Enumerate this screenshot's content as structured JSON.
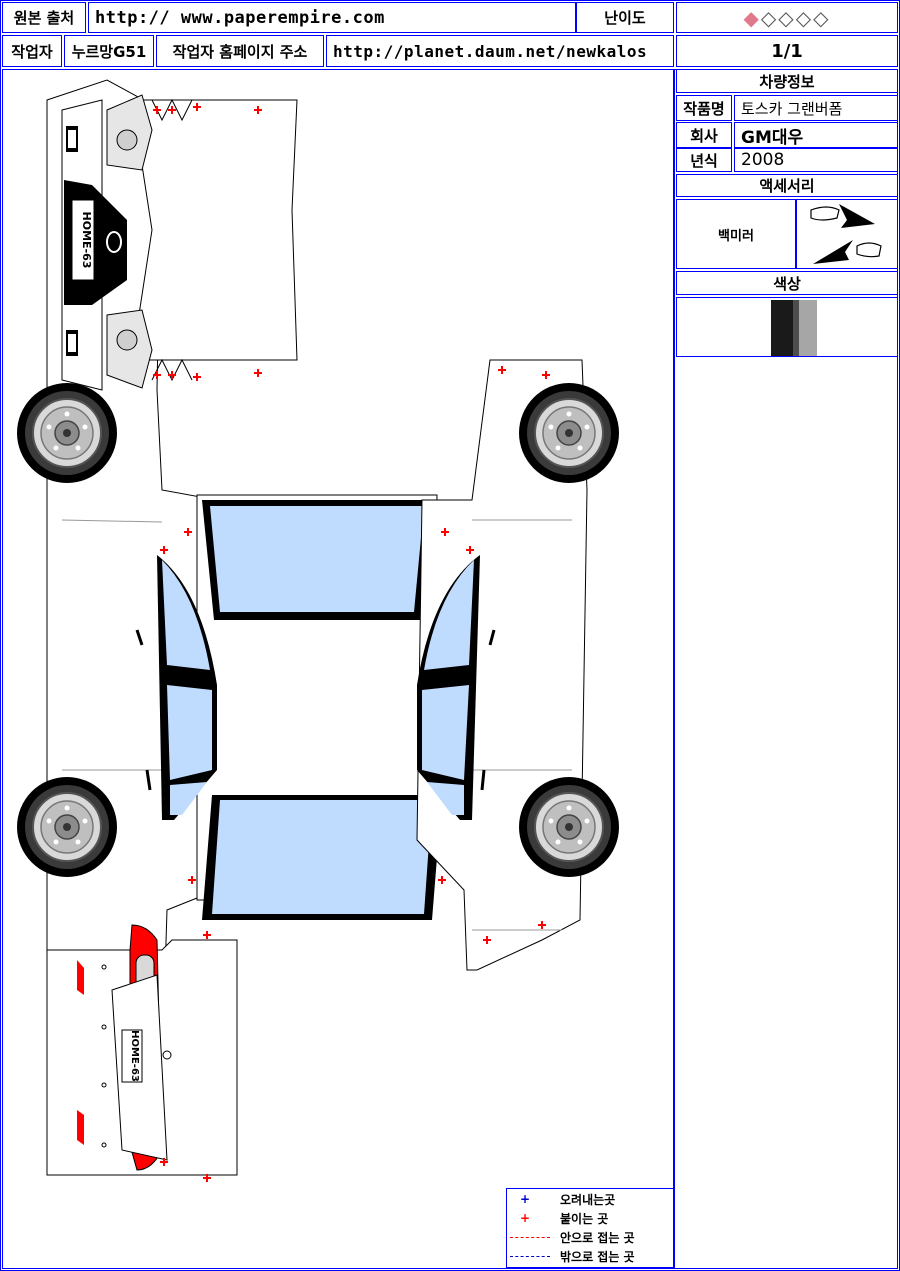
{
  "header": {
    "source_label": "원본 출처",
    "source_url": "http:// www.paperempire.com",
    "difficulty_label": "난이도",
    "difficulty_value": "◆◇◇◇◇",
    "author_label": "작업자",
    "author_name": "누르망G51",
    "homepage_label": "작업자 홈페이지 주소",
    "homepage_url": "http://planet.daum.net/newkalos",
    "page": "1/1"
  },
  "vehicle_info": {
    "heading": "차량정보",
    "rows": [
      {
        "label": "작품명",
        "value": "토스카 그랜버폼"
      },
      {
        "label": "회사",
        "value": "GM대우"
      },
      {
        "label": "년식",
        "value": "2008"
      }
    ]
  },
  "accessory": {
    "heading": "액세서리",
    "item_label": "백미러"
  },
  "color": {
    "heading": "색상",
    "swatches": [
      "#1a1a1a",
      "#4d4d4d",
      "#a6a6a6"
    ]
  },
  "legend": [
    {
      "symbol": "+",
      "color": "#0000cc",
      "label": "오려내는곳"
    },
    {
      "symbol": "+",
      "color": "#ff0000",
      "label": "붙이는 곳"
    },
    {
      "symbol": "line",
      "color": "#ff0000",
      "label": "안으로 접는 곳"
    },
    {
      "symbol": "line",
      "color": "#0000cc",
      "label": "밖으로 접는 곳"
    }
  ],
  "plates": {
    "front": "HOME-63",
    "rear": "HOME-63"
  },
  "colors": {
    "border": "#0000ff",
    "glass": "#bfdcff",
    "red": "#ff0000",
    "difficulty_filled": "#e07a8a"
  }
}
